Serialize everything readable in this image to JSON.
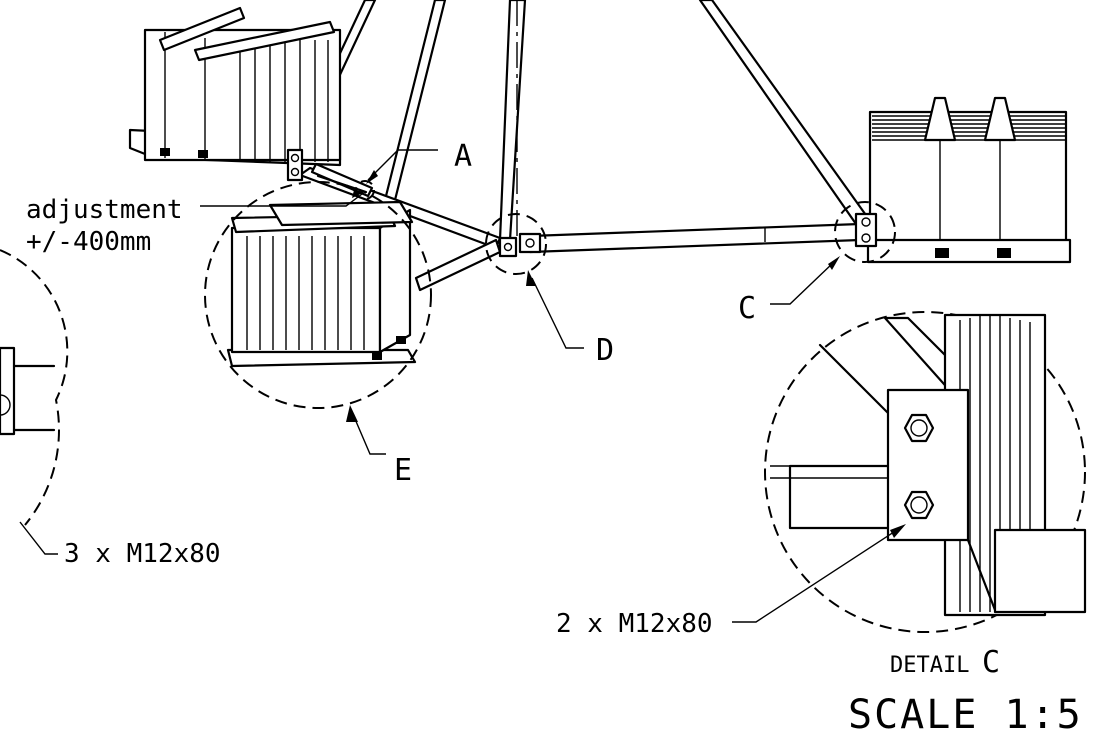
{
  "labels": {
    "callout_a": "A",
    "callout_c": "C",
    "callout_d": "D",
    "callout_e": "E",
    "adjustment_line1": "adjustment",
    "adjustment_line2": "+/-400mm",
    "bolts_left": "3 x M12x80",
    "bolts_detail": "2 x M12x80",
    "detail_word": "DETAIL",
    "detail_letter": "C",
    "scale": "SCALE 1:5"
  }
}
